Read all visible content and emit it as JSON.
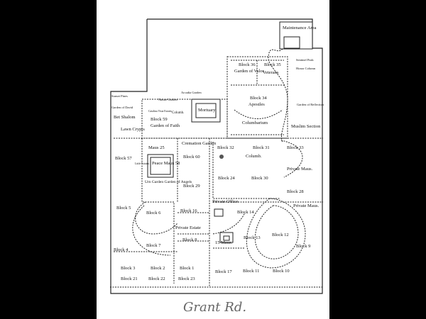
{
  "map": {
    "signature": "Grant Rd.",
    "labels": {
      "maintenance_area": "Maintenance Area",
      "sentinel_peak": "Sentinel Peak",
      "honor_column": "Honor Column",
      "block36": "Block 36",
      "garden_of_valor": "Garden of Valor",
      "block35": "Block 35",
      "veterans": "Veterans",
      "block34": "Block 34",
      "apostles": "Apostles",
      "columbarium": "Columbarium",
      "garden_of_reflection": "Garden of Reflection",
      "muslim_section": "Muslim Section",
      "arcadia_garden": "Arcadia Garden",
      "sunset_pines": "Sunset Pines",
      "garden_of_david": "Garden of David",
      "bet_shalom": "Bet Shalom",
      "lawn_crypts": "Lawn Crypts",
      "nature_garden": "Nature Garden",
      "catalina_vista_estates": "Catalina Vista Estates",
      "columb_small": "Columb.",
      "mortuary": "Mortuary",
      "block59": "Block 59",
      "garden_of_faith": "Garden of Faith",
      "cremation_garden": "Cremation Garden",
      "maus25": "Maus 25",
      "block60": "Block 60",
      "block32": "Block 32",
      "block31": "Block 31",
      "block33": "Block 33",
      "columb": "Columb.",
      "block57": "Block 57",
      "peace_maus58": "Peace Maus 58",
      "little_estates": "Little Estates",
      "private_maus_right": "Private Maus.",
      "block24": "Block 24",
      "block30": "Block 30",
      "urn_garden_angels": "Urn Garden Garden of Angels",
      "block29": "Block 29",
      "block28": "Block 28",
      "private_office": "Private Office",
      "private_maus_lower": "Private Maus.",
      "block5": "Block 5",
      "block6": "Block 6",
      "block16": "Block 16",
      "block14": "Block 14",
      "private_estate": "Private Estate",
      "block13": "Block 13",
      "block12": "Block 12",
      "block8": "Block 8",
      "maus15": "15 Maus.",
      "block7": "Block 7",
      "block4": "Block 4",
      "block9": "Block 9",
      "block3": "Block 3",
      "block2": "Block 2",
      "block1": "Block 1",
      "block17": "Block 17",
      "block11": "Block 11",
      "block10": "Block 10",
      "block21": "Block 21",
      "block22": "Block 22",
      "block23": "Block 23"
    }
  }
}
